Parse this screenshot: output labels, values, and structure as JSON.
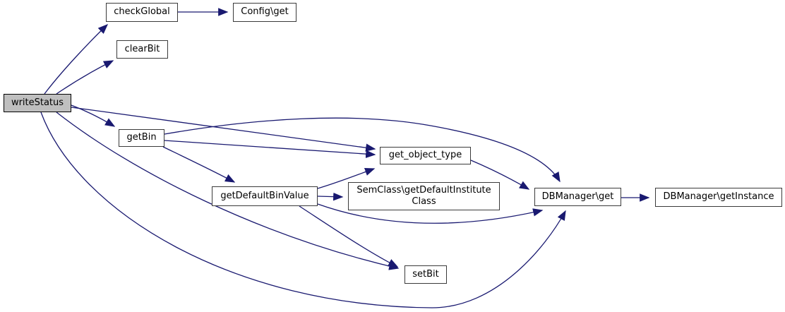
{
  "diagram": {
    "kind": "call-graph",
    "background_color": "#ffffff",
    "edge_color": "#191970",
    "node_fill": "#ffffff",
    "highlight_fill": "#bfbfbf",
    "nodes": [
      {
        "id": "writeStatus",
        "label": "writeStatus",
        "highlighted": true
      },
      {
        "id": "checkGlobal",
        "label": "checkGlobal",
        "highlighted": false
      },
      {
        "id": "ConfigGet",
        "label": "Config\\get",
        "highlighted": false
      },
      {
        "id": "clearBit",
        "label": "clearBit",
        "highlighted": false
      },
      {
        "id": "getBin",
        "label": "getBin",
        "highlighted": false
      },
      {
        "id": "get_object_type",
        "label": "get_object_type",
        "highlighted": false
      },
      {
        "id": "getDefaultBinValue",
        "label": "getDefaultBinValue",
        "highlighted": false
      },
      {
        "id": "SemClassGetDefaultInstituteClass",
        "label": "SemClass\\getDefaultInstitute\nClass",
        "highlighted": false
      },
      {
        "id": "DBManagerGet",
        "label": "DBManager\\get",
        "highlighted": false
      },
      {
        "id": "DBManagerGetInstance",
        "label": "DBManager\\getInstance",
        "highlighted": false
      },
      {
        "id": "setBit",
        "label": "setBit",
        "highlighted": false
      }
    ],
    "edges": [
      {
        "from": "writeStatus",
        "to": "checkGlobal"
      },
      {
        "from": "writeStatus",
        "to": "clearBit"
      },
      {
        "from": "writeStatus",
        "to": "getBin"
      },
      {
        "from": "writeStatus",
        "to": "get_object_type"
      },
      {
        "from": "writeStatus",
        "to": "setBit"
      },
      {
        "from": "writeStatus",
        "to": "DBManagerGet"
      },
      {
        "from": "checkGlobal",
        "to": "ConfigGet"
      },
      {
        "from": "getBin",
        "to": "get_object_type"
      },
      {
        "from": "getBin",
        "to": "getDefaultBinValue"
      },
      {
        "from": "getBin",
        "to": "DBManagerGet"
      },
      {
        "from": "get_object_type",
        "to": "DBManagerGet"
      },
      {
        "from": "getDefaultBinValue",
        "to": "SemClassGetDefaultInstituteClass"
      },
      {
        "from": "getDefaultBinValue",
        "to": "get_object_type"
      },
      {
        "from": "getDefaultBinValue",
        "to": "setBit"
      },
      {
        "from": "getDefaultBinValue",
        "to": "DBManagerGet"
      },
      {
        "from": "DBManagerGet",
        "to": "DBManagerGetInstance"
      }
    ]
  }
}
